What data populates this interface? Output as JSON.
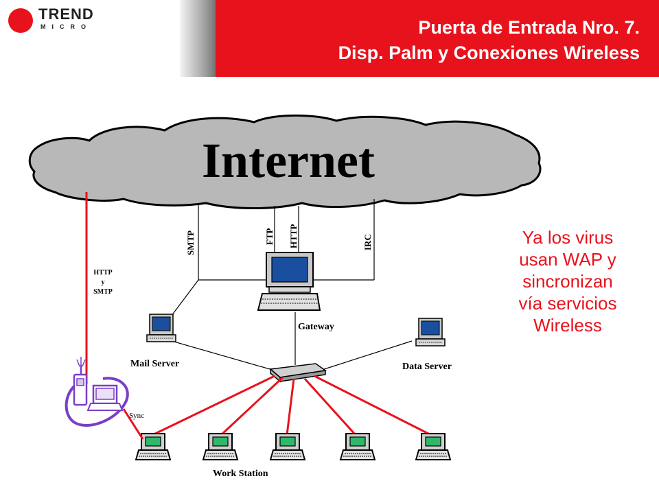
{
  "header": {
    "title_line1": "Puerta de Entrada Nro. 7.",
    "title_line2": "Disp. Palm y Conexiones Wireless",
    "brand_word": "TREND",
    "brand_sub": "MICRO",
    "accent_color": "#e8121c"
  },
  "diagram": {
    "cloud_label": "Internet",
    "protocols": {
      "smtp": "SMTP",
      "ftp": "FTP",
      "http": "HTTP",
      "irc": "IRC"
    },
    "wireless_label_line1": "HTTP",
    "wireless_label_line2": "y",
    "wireless_label_line3": "SMTP",
    "gateway_label": "Gateway",
    "mail_server_label": "Mail Server",
    "data_server_label": "Data Server",
    "sync_label": "Sync",
    "workstation_label": "Work Station"
  },
  "note": {
    "line1": "Ya los virus",
    "line2": "usan WAP y",
    "line3": "sincronizan",
    "line4": "vía servicios",
    "line5": "Wireless"
  }
}
